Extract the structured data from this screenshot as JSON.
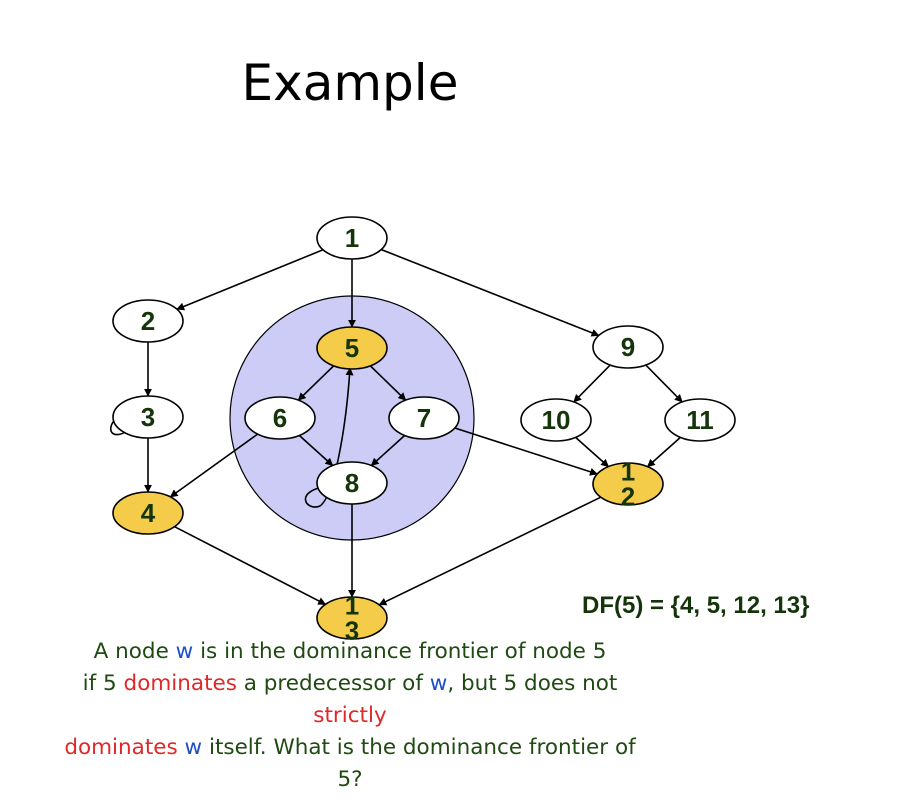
{
  "title": "Example",
  "colors": {
    "text_green": "#14340a",
    "highlight_fill": "#f5cc4a",
    "region_fill": "#ccccf7",
    "node_fill": "#ffffff",
    "keyword_blue": "#1d4fc4",
    "keyword_red": "#e02828"
  },
  "graph": {
    "nodes": [
      {
        "id": "1",
        "label": "1",
        "highlighted": false
      },
      {
        "id": "2",
        "label": "2",
        "highlighted": false
      },
      {
        "id": "3",
        "label": "3",
        "highlighted": false
      },
      {
        "id": "4",
        "label": "4",
        "highlighted": true
      },
      {
        "id": "5",
        "label": "5",
        "highlighted": true
      },
      {
        "id": "6",
        "label": "6",
        "highlighted": false
      },
      {
        "id": "7",
        "label": "7",
        "highlighted": false
      },
      {
        "id": "8",
        "label": "8",
        "highlighted": false
      },
      {
        "id": "9",
        "label": "9",
        "highlighted": false
      },
      {
        "id": "10",
        "label": "10",
        "highlighted": false
      },
      {
        "id": "11",
        "label": "11",
        "highlighted": false
      },
      {
        "id": "12",
        "label": "1\n2",
        "highlighted": true
      },
      {
        "id": "13",
        "label": "1\n3",
        "highlighted": true
      }
    ],
    "edges": [
      [
        "1",
        "2"
      ],
      [
        "1",
        "5"
      ],
      [
        "1",
        "9"
      ],
      [
        "2",
        "3"
      ],
      [
        "3",
        "3"
      ],
      [
        "3",
        "4"
      ],
      [
        "5",
        "6"
      ],
      [
        "5",
        "7"
      ],
      [
        "6",
        "4"
      ],
      [
        "6",
        "8"
      ],
      [
        "7",
        "8"
      ],
      [
        "7",
        "12"
      ],
      [
        "8",
        "5"
      ],
      [
        "8",
        "13"
      ],
      [
        "9",
        "10"
      ],
      [
        "9",
        "11"
      ],
      [
        "10",
        "12"
      ],
      [
        "11",
        "12"
      ],
      [
        "4",
        "13"
      ],
      [
        "12",
        "13"
      ]
    ]
  },
  "df_result": "DF(5) = {4, 5, 12, 13}",
  "explanation": {
    "line1": {
      "a": "A node ",
      "w": "w",
      "b": " is in the dominance frontier of node 5"
    },
    "line2": {
      "a": "if 5 ",
      "dominates": "dominates",
      "b": " a predecessor of ",
      "w": "w",
      "c": ", but 5 does not"
    },
    "line3": {
      "strictly": "strictly"
    },
    "line4": {
      "dominates": "dominates",
      "sp": " ",
      "w": "w",
      "b": " itself. What is the dominance frontier of"
    },
    "line5": "5?"
  }
}
